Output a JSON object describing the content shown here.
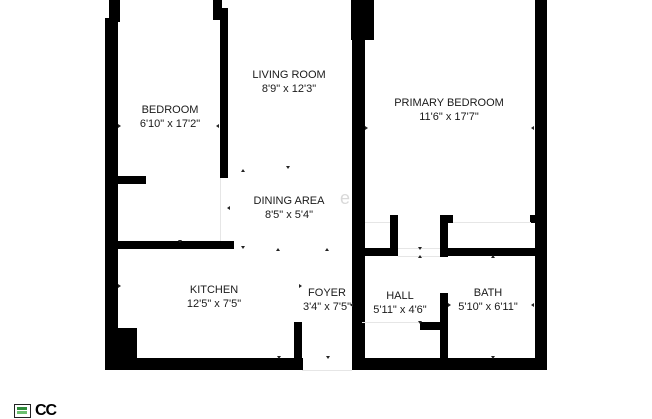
{
  "floorplan": {
    "rooms": [
      {
        "id": "bedroom",
        "name": "BEDROOM",
        "dims": "6'10\" x 17'2\""
      },
      {
        "id": "living-room",
        "name": "LIVING ROOM",
        "dims": "8'9\" x 12'3\""
      },
      {
        "id": "primary-bedroom",
        "name": "PRIMARY BEDROOM",
        "dims": "11'6\" x 17'7\""
      },
      {
        "id": "dining-area",
        "name": "DINING AREA",
        "dims": "8'5\" x 5'4\""
      },
      {
        "id": "kitchen",
        "name": "KITCHEN",
        "dims": "12'5\" x 7'5\""
      },
      {
        "id": "foyer",
        "name": "FOYER",
        "dims": "3'4\" x 7'5\""
      },
      {
        "id": "hall",
        "name": "HALL",
        "dims": "5'11\" x 4'6\""
      },
      {
        "id": "bath",
        "name": "BATH",
        "dims": "5'10\" x 6'11\""
      }
    ],
    "wall_color": "#000000",
    "background_color": "#ffffff"
  },
  "branding": {
    "logo_text": "CC",
    "logo_green": "#2e8b3a",
    "logo_light_green": "#6cc070"
  },
  "watermark": {
    "text": "e"
  }
}
